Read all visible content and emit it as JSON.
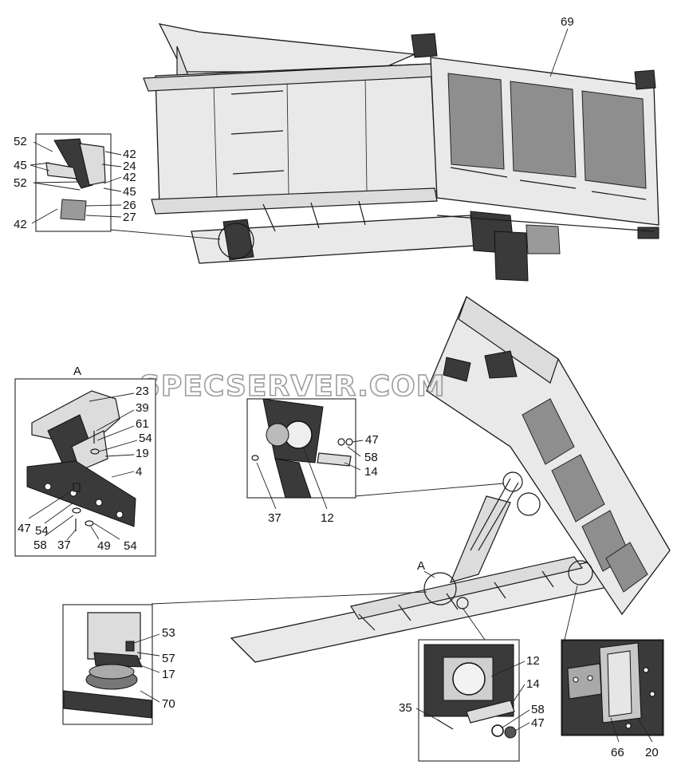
{
  "watermark": "SPECSERVER.COM",
  "detail_marker": "A",
  "callouts": {
    "top_body": "69",
    "inset_top": [
      "52",
      "45",
      "52",
      "42",
      "42",
      "24",
      "42",
      "45",
      "26",
      "27"
    ],
    "inset_a": [
      "23",
      "39",
      "61",
      "54",
      "19",
      "4",
      "47",
      "54",
      "58",
      "37",
      "49",
      "54"
    ],
    "inset_pin": [
      "47",
      "58",
      "14",
      "37",
      "12"
    ],
    "inset_cushion": [
      "53",
      "57",
      "17",
      "70"
    ],
    "inset_plate": [
      "12",
      "14",
      "35",
      "58",
      "47"
    ],
    "inset_hinge": [
      "66",
      "20"
    ]
  }
}
